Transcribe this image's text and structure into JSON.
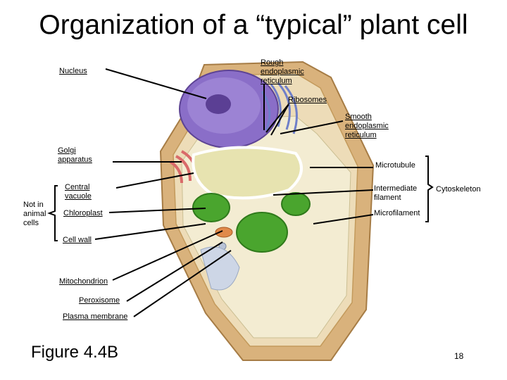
{
  "title": "Organization of a “typical” plant cell",
  "labels": {
    "nucleus": "Nucleus",
    "rough_er": "Rough\nendoplasmic\nreticulum",
    "ribosomes": "Ribosomes",
    "smooth_er": "Smooth\nendoplasmic\nreticulum",
    "golgi": "Golgi\napparatus",
    "microtubule": "Microtubule",
    "central_vacuole": "Central\nvacuole",
    "intermediate_filament": "Intermediate\nfilament",
    "cytoskeleton": "Cytoskeleton",
    "not_in_animal": "Not in\nanimal\ncells",
    "chloroplast": "Chloroplast",
    "microfilament": "Microfilament",
    "cell_wall": "Cell wall",
    "mitochondrion": "Mitochondrion",
    "peroxisome": "Peroxisome",
    "plasma_membrane": "Plasma membrane"
  },
  "figure_label": "Figure 4.4B",
  "page_number": "18",
  "colors": {
    "cell_wall": "#d9b27c",
    "cytoplasm": "#efe6c6",
    "nucleus": "#7b62b6",
    "vacuole": "#e7e3b0",
    "chloroplast": "#4aa52e",
    "golgi": "#d96a6a"
  }
}
